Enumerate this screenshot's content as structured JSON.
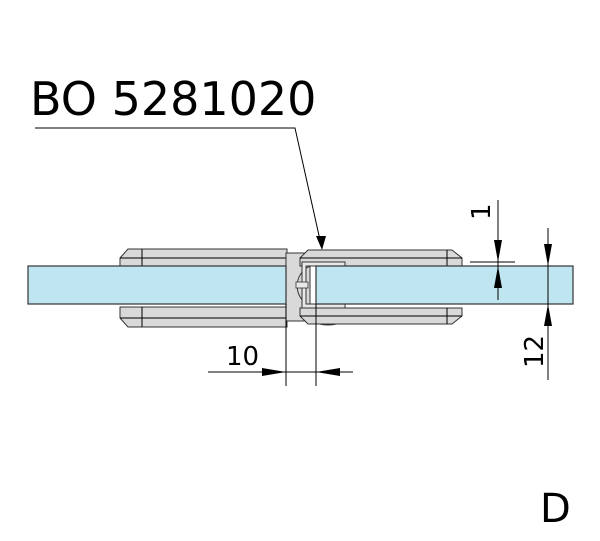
{
  "part_number": "BO 5281020",
  "dimensions": {
    "gap": "10",
    "offset": "1",
    "glass_thickness": "12"
  },
  "view_label": "D",
  "colors": {
    "glass": "#bfe6f0",
    "clamp": "#d9d9d9",
    "line": "#000000"
  }
}
